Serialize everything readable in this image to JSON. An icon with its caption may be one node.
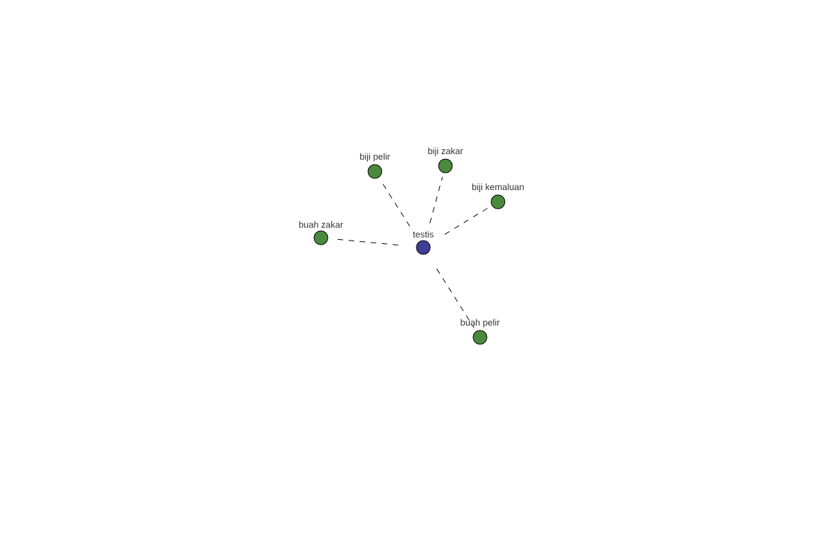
{
  "diagram": {
    "nodes": [
      {
        "text": [
          "testis"
        ]
      },
      {
        "text": [
          "biji pelir"
        ]
      },
      {
        "text": [
          "biji zakar"
        ]
      },
      {
        "text": [
          "biji kemaluan"
        ]
      },
      {
        "text": [
          "buah zakar"
        ]
      },
      {
        "text": [
          "buah pelir"
        ]
      }
    ],
    "edges": [
      {
        "from": 0,
        "to": 1,
        "arrow": "none",
        "style": "dashed"
      },
      {
        "from": 0,
        "to": 2,
        "arrow": "none",
        "style": "dashed"
      },
      {
        "from": 0,
        "to": 3,
        "arrow": "none",
        "style": "dashed"
      },
      {
        "from": 0,
        "to": 4,
        "arrow": "none",
        "style": "dashed"
      },
      {
        "from": 0,
        "to": 5,
        "arrow": "none",
        "style": "dashed"
      }
    ]
  }
}
